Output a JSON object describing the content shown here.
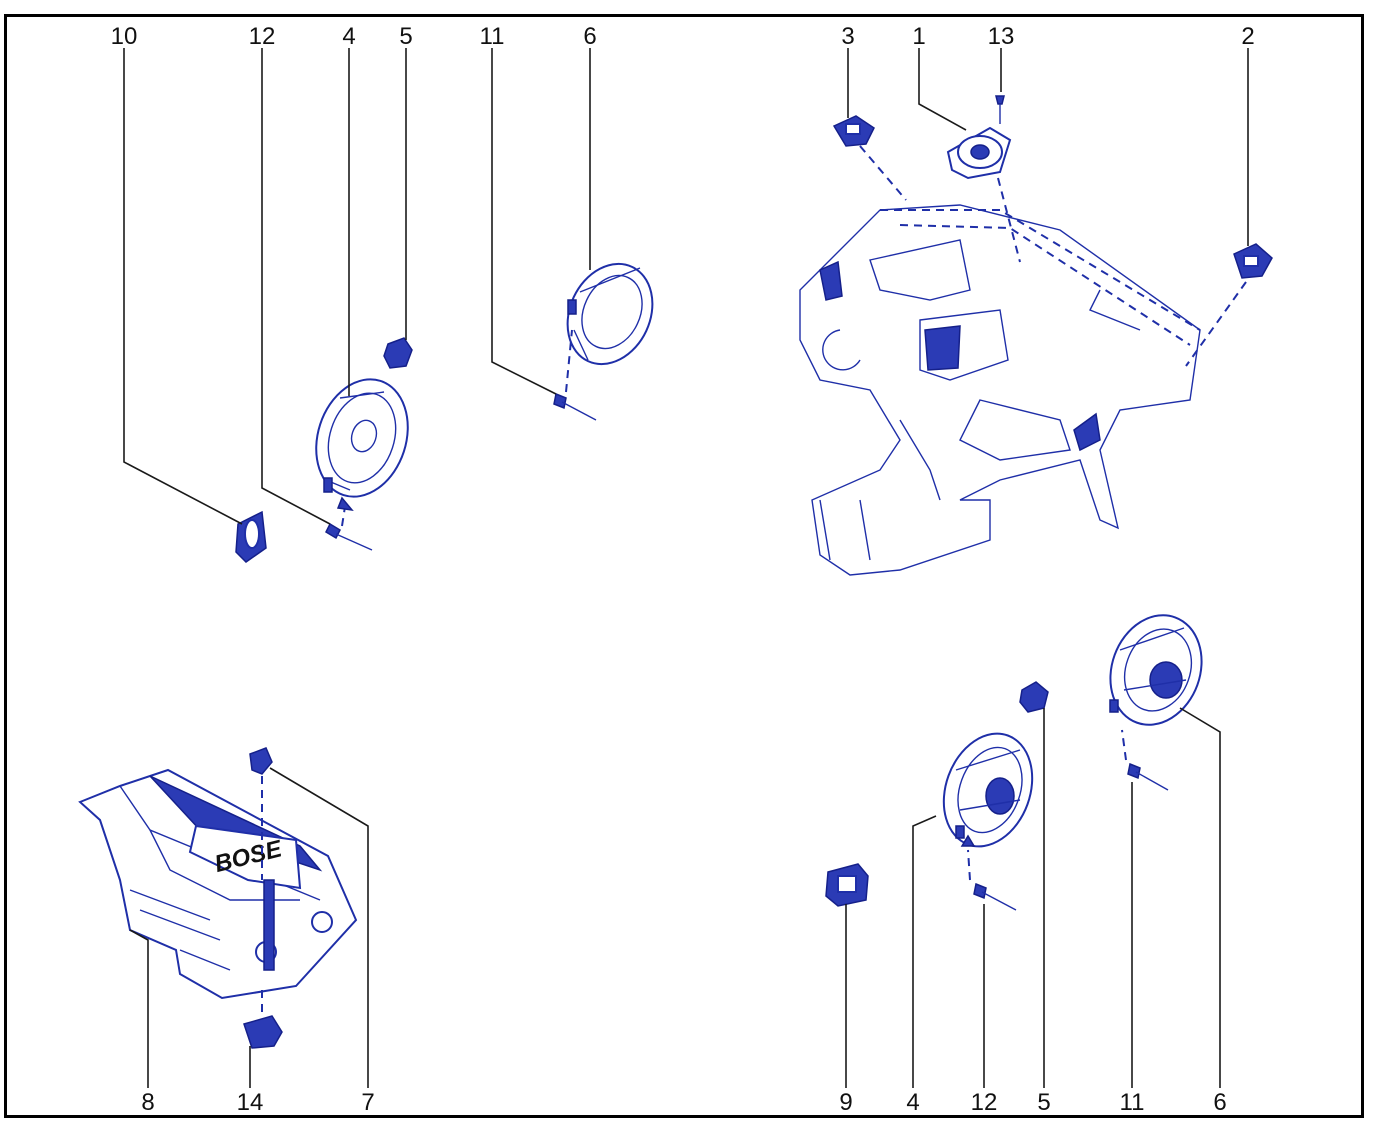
{
  "diagram": {
    "colors": {
      "part_line": "#1f2fa8",
      "part_fill": "#2b3bb5",
      "leader_line": "#1a1a1a",
      "frame": "#000000",
      "background": "#ffffff"
    },
    "callouts": {
      "c10": "10",
      "c12a": "12",
      "c4a": "4",
      "c5a": "5",
      "c11a": "11",
      "c6a": "6",
      "c3": "3",
      "c1": "1",
      "c13": "13",
      "c2": "2",
      "c8": "8",
      "c14": "14",
      "c7": "7",
      "c9": "9",
      "c4b": "4",
      "c12b": "12",
      "c5b": "5",
      "c11b": "11",
      "c6b": "6"
    },
    "amplifier_logo": "BOSE"
  }
}
